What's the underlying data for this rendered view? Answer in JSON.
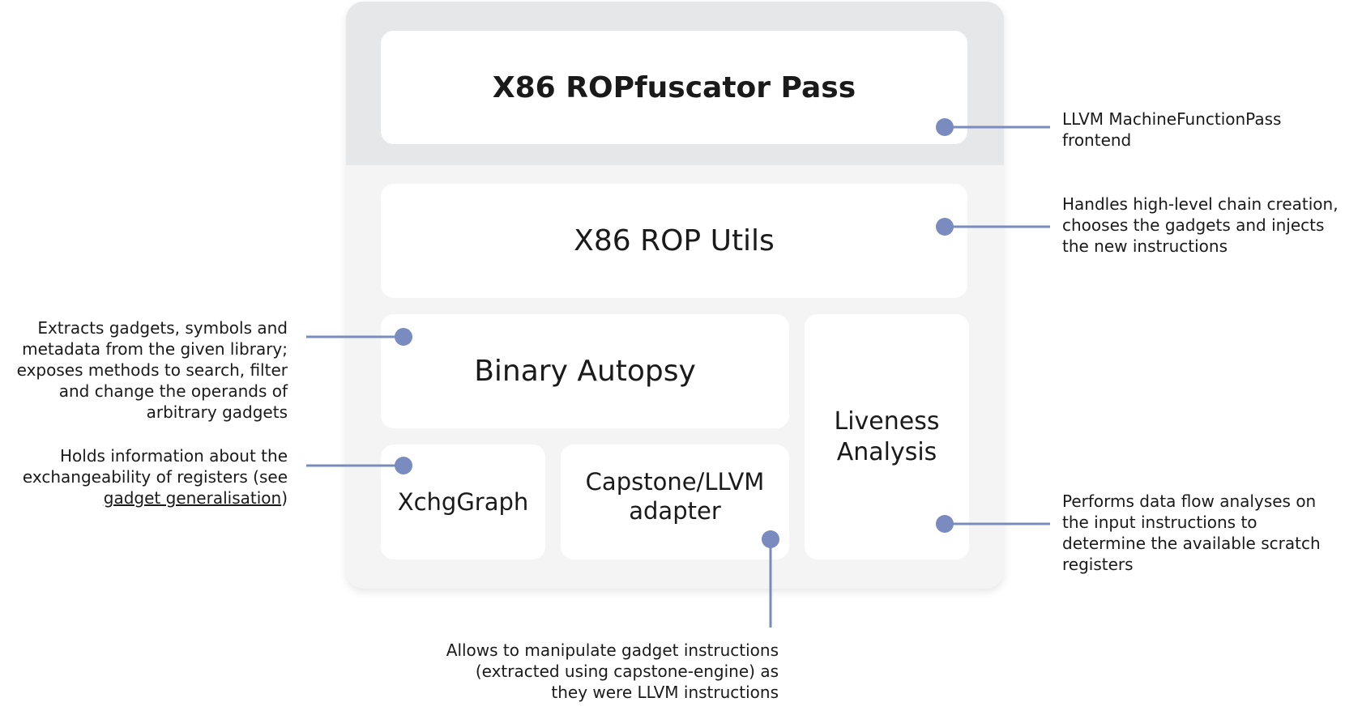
{
  "diagram": {
    "boxes": {
      "pass": "X86 ROPfuscator Pass",
      "utils": "X86 ROP Utils",
      "autopsy": "Binary Autopsy",
      "liveness": "Liveness Analysis",
      "xchg": "XchgGraph",
      "capstone": "Capstone/LLVM adapter"
    },
    "annotations": {
      "pass": "LLVM MachineFunctionPass frontend",
      "utils": "Handles high-level chain creation, chooses the gadgets and injects the new instructions",
      "autopsy": "Extracts gadgets, symbols and metadata from the given library; exposes methods to search, filter and change the operands of arbitrary gadgets",
      "xchg_before": "Holds information about the exchangeability of registers (see ",
      "xchg_link": "gadget generalisation",
      "xchg_after": ")",
      "liveness": "Performs data flow analyses on the input instructions to determine the available scratch registers",
      "capstone": "Allows to manipulate gadget instructions (extracted using capstone-engine) as they were LLVM instructions"
    },
    "colors": {
      "connector": "#7a8cbf",
      "panel": "#f4f4f5",
      "panel_top": "#e6e7e9",
      "box": "#ffffff"
    }
  }
}
